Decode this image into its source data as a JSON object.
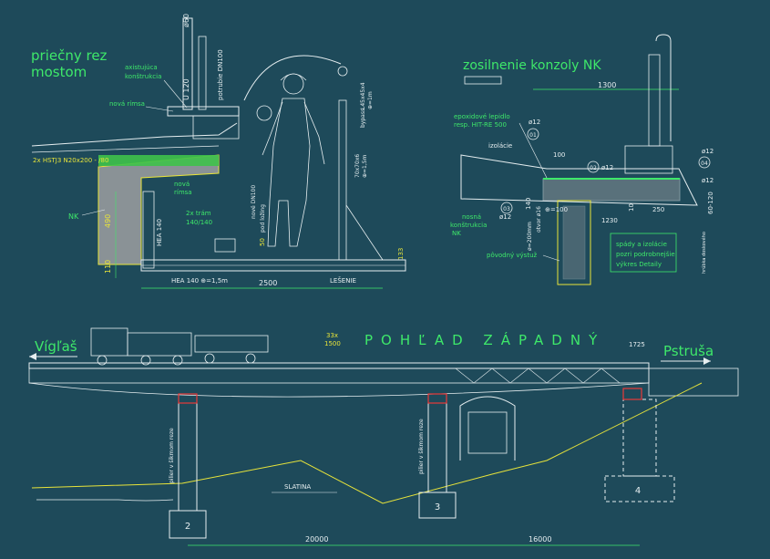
{
  "colors": {
    "background": "#1e4a5a",
    "line_white": "#e6eef0",
    "line_green": "#3ee86a",
    "line_yellow": "#e8e43a",
    "line_red": "#e83a3a",
    "fill_gray": "#8a9296",
    "fill_green": "#3ec24a"
  },
  "cross_section": {
    "title_line1": "priečny rez",
    "title_line2": "mostom",
    "lbl_axisting": "axistujúca",
    "lbl_konstrukcia": "konštrukcia",
    "lbl_nova_rimsa_top": "nová rímsa",
    "lbl_nova_rimsa": "nová",
    "lbl_rimsa": "rímsa",
    "lbl_hstj": "2x HSTJ3 N20x200 - /80",
    "lbl_nk": "NK",
    "lbl_dim_490": "490",
    "lbl_dim_110": "110",
    "lbl_hea_140_v": "HEA 140",
    "lbl_2x_tram": "2x trám",
    "lbl_140_140": "140/140",
    "lbl_dim_50": "50",
    "lbl_dim_133": "133",
    "lbl_hea_bottom": "HEA 140   ⊕=1,5m",
    "lbl_dim_2500": "2500",
    "lbl_lesenie": "LEŠENIE",
    "lbl_pipe_60": "ø60",
    "lbl_u120": "U 120",
    "lbl_potrubie": "potrubie DN100",
    "lbl_nove_dn": "nové DN100",
    "lbl_pod_lozing": "pod ložing",
    "lbl_70x70": "70x70x6",
    "lbl_phi": "⊕=1,5m",
    "lbl_l45": "L45x45x4",
    "lbl_phi2": "⊕=1m",
    "lbl_bypass": "bypass"
  },
  "console": {
    "title": "zosilnenie konzoly NK",
    "lbl_1300": "1300",
    "lbl_epox": "epoxidové lepidlo",
    "lbl_resp": "resp. HIT-RE 500",
    "lbl_izolacie": "izolácie",
    "lbl_phi12a": "ø12",
    "lbl_phi12b": "ø12",
    "lbl_phi12c": "ø12",
    "lbl_phi12d": "ø12",
    "lbl_100": "100",
    "lbl_nosna": "nosná",
    "lbl_konst": "konštrukcia",
    "lbl_nk": "NK",
    "lbl_phi200": "ø=200mm",
    "lbl_otvor": "otvor ø16",
    "lbl_phi12e": "ø12",
    "lbl_d100": "⊕=100",
    "lbl_140": "140",
    "lbl_10": "10",
    "lbl_1230": "1230",
    "lbl_250": "250",
    "lbl_povodny": "pôvodný výstuž",
    "lbl_60_120": "60-120",
    "lbl_hrubka": "hrúbka doskového",
    "lbl_spady1": "spády a izolácie",
    "lbl_spady2": "pozri podrobnejšie",
    "lbl_spady3": "výkres Detaily",
    "badge_01": "01",
    "badge_02": "02",
    "badge_03": "03",
    "badge_04": "04"
  },
  "elevation": {
    "title": "POHĽAD ZÁPADNÝ",
    "left_town": "Vígľaš",
    "right_town": "Pstruša",
    "lbl_33x": "33x",
    "lbl_1500": "1500",
    "lbl_1725": "1725",
    "lbl_pilier2": "pilier v šikmom reze",
    "lbl_pilier3": "pilier v šikmom reze",
    "lbl_slatina": "SLATINA",
    "pier_2": "2",
    "pier_3": "3",
    "pier_4": "4",
    "span_1": "20000",
    "span_2": "16000"
  }
}
